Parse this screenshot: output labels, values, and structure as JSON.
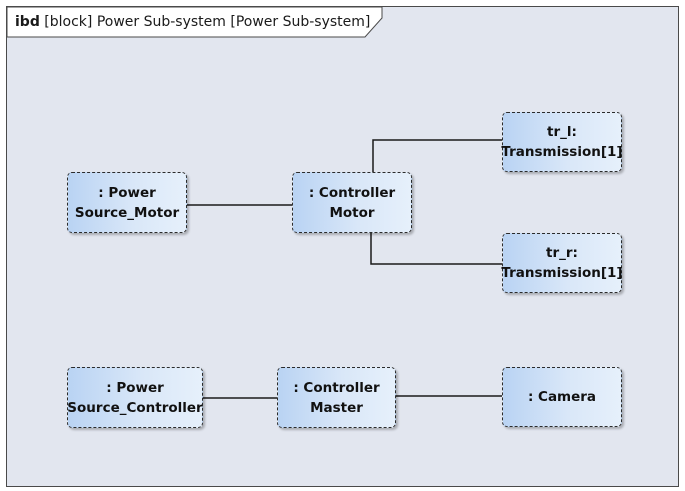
{
  "diagram": {
    "kind": "ibd",
    "title": "[block] Power Sub-system [Power Sub-system]"
  },
  "parts": {
    "power_source_motor": ": Power\nSource_Motor",
    "controller_motor": ": Controller\nMotor",
    "tr_l": "tr_l:\nTransmission[1]",
    "tr_r": "tr_r:\nTransmission[1]",
    "power_source_controller": ": Power\nSource_Controller",
    "controller_master": ": Controller\nMaster",
    "camera": ": Camera"
  },
  "connectors": [
    {
      "from": "power_source_motor",
      "to": "controller_motor"
    },
    {
      "from": "controller_motor",
      "to": "tr_l"
    },
    {
      "from": "controller_motor",
      "to": "tr_r"
    },
    {
      "from": "power_source_controller",
      "to": "controller_master"
    },
    {
      "from": "controller_master",
      "to": "camera"
    }
  ],
  "colors": {
    "frame_background": "#e2e6ef",
    "part_fill_left": "#b9d3f3",
    "part_fill_right": "#e6f0fb",
    "line": "#1a1a1a"
  }
}
